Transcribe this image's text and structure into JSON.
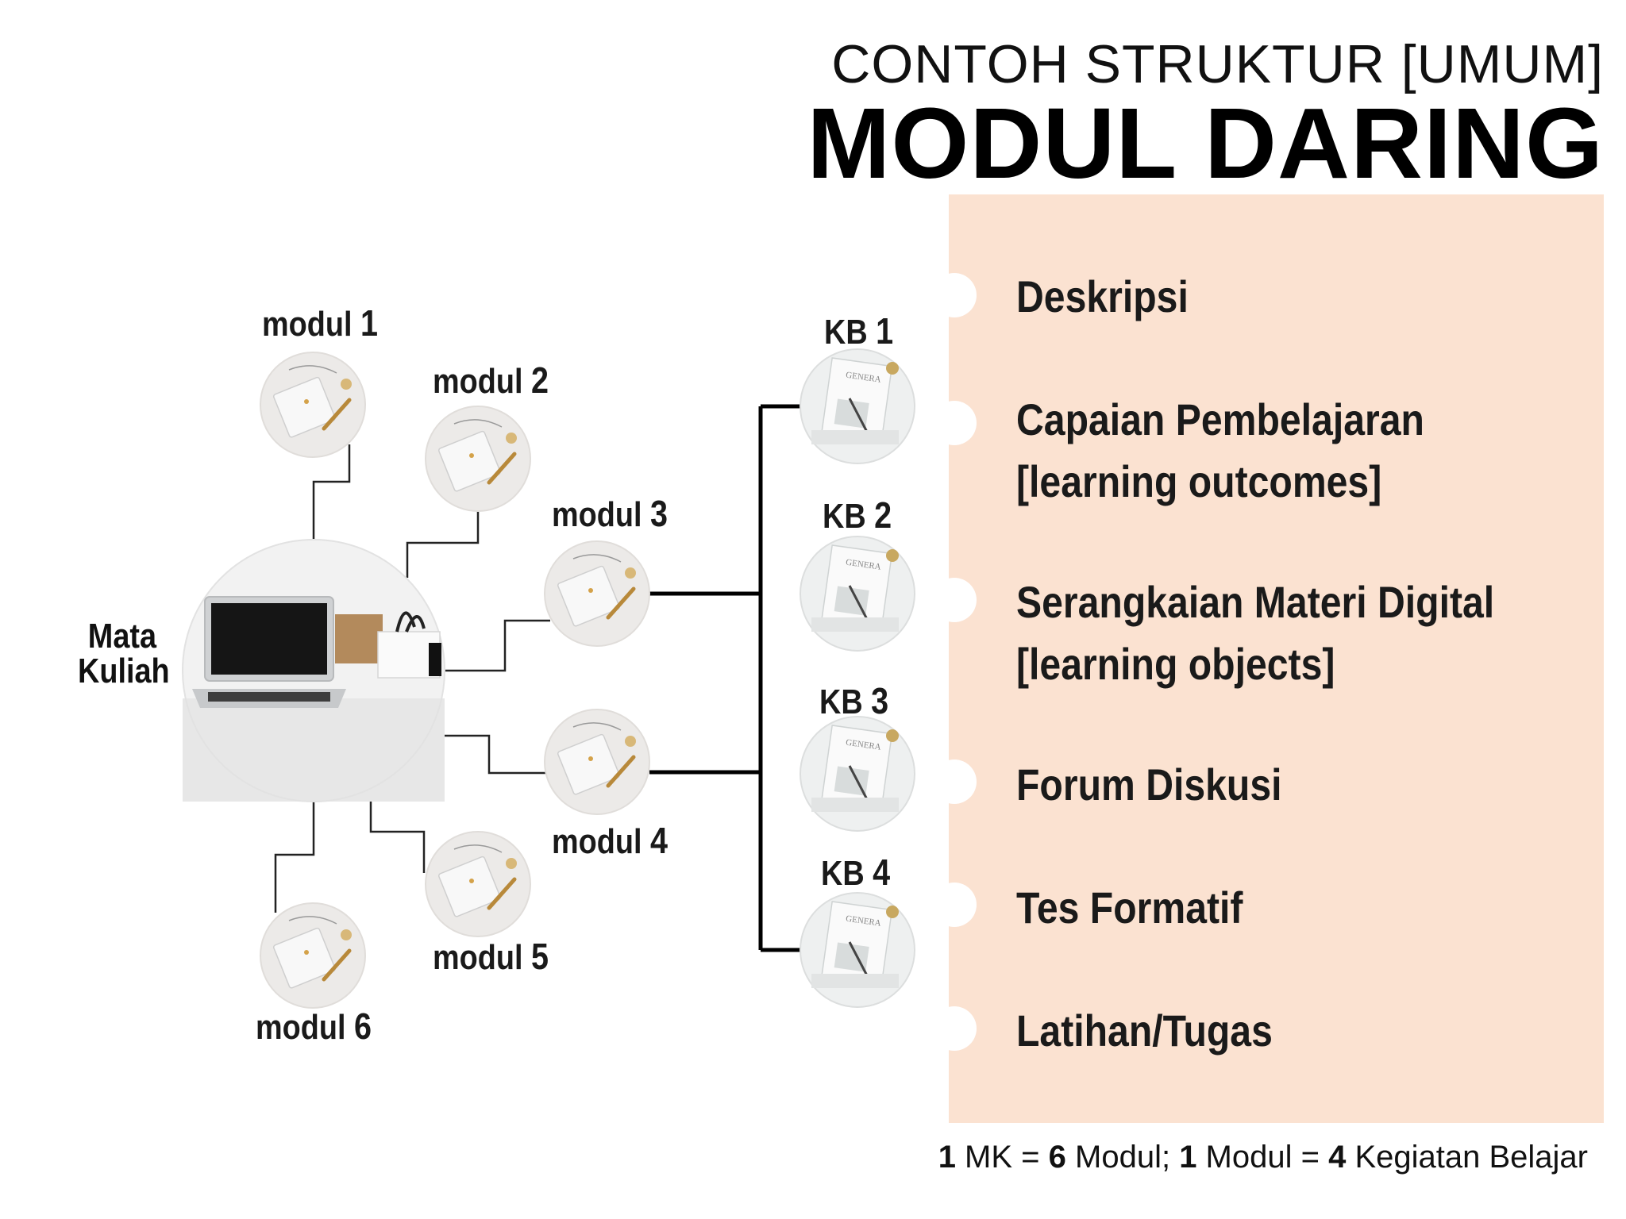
{
  "title": {
    "subtitle": "CONTOH STRUKTUR [UMUM]",
    "main": "MODUL DARING"
  },
  "course": {
    "label_line1": "Mata",
    "label_line2": "Kuliah"
  },
  "modules": [
    {
      "prefix": "modul",
      "num": "1"
    },
    {
      "prefix": "modul",
      "num": "2"
    },
    {
      "prefix": "modul",
      "num": "3"
    },
    {
      "prefix": "modul",
      "num": "4"
    },
    {
      "prefix": "modul",
      "num": "5"
    },
    {
      "prefix": "modul",
      "num": "6"
    }
  ],
  "kb": [
    {
      "prefix": "KB",
      "num": "1"
    },
    {
      "prefix": "KB",
      "num": "2"
    },
    {
      "prefix": "KB",
      "num": "3"
    },
    {
      "prefix": "KB",
      "num": "4"
    }
  ],
  "components": [
    {
      "line1": "Deskripsi",
      "line2": ""
    },
    {
      "line1": "Capaian Pembelajaran",
      "line2": "[learning outcomes]"
    },
    {
      "line1": "Serangkaian Materi Digital",
      "line2": "[learning objects]"
    },
    {
      "line1": "Forum Diskusi",
      "line2": ""
    },
    {
      "line1": "Tes Formatif",
      "line2": ""
    },
    {
      "line1": "Latihan/Tugas",
      "line2": ""
    }
  ],
  "footer": {
    "n1": "1",
    "t1": " MK = ",
    "n2": "6",
    "t2": " Modul; ",
    "n3": "1",
    "t3": " Modul = ",
    "n4": "4",
    "t4": " Kegiatan Belajar"
  },
  "colors": {
    "panel": "#fbe2d1",
    "line": "#000000"
  }
}
